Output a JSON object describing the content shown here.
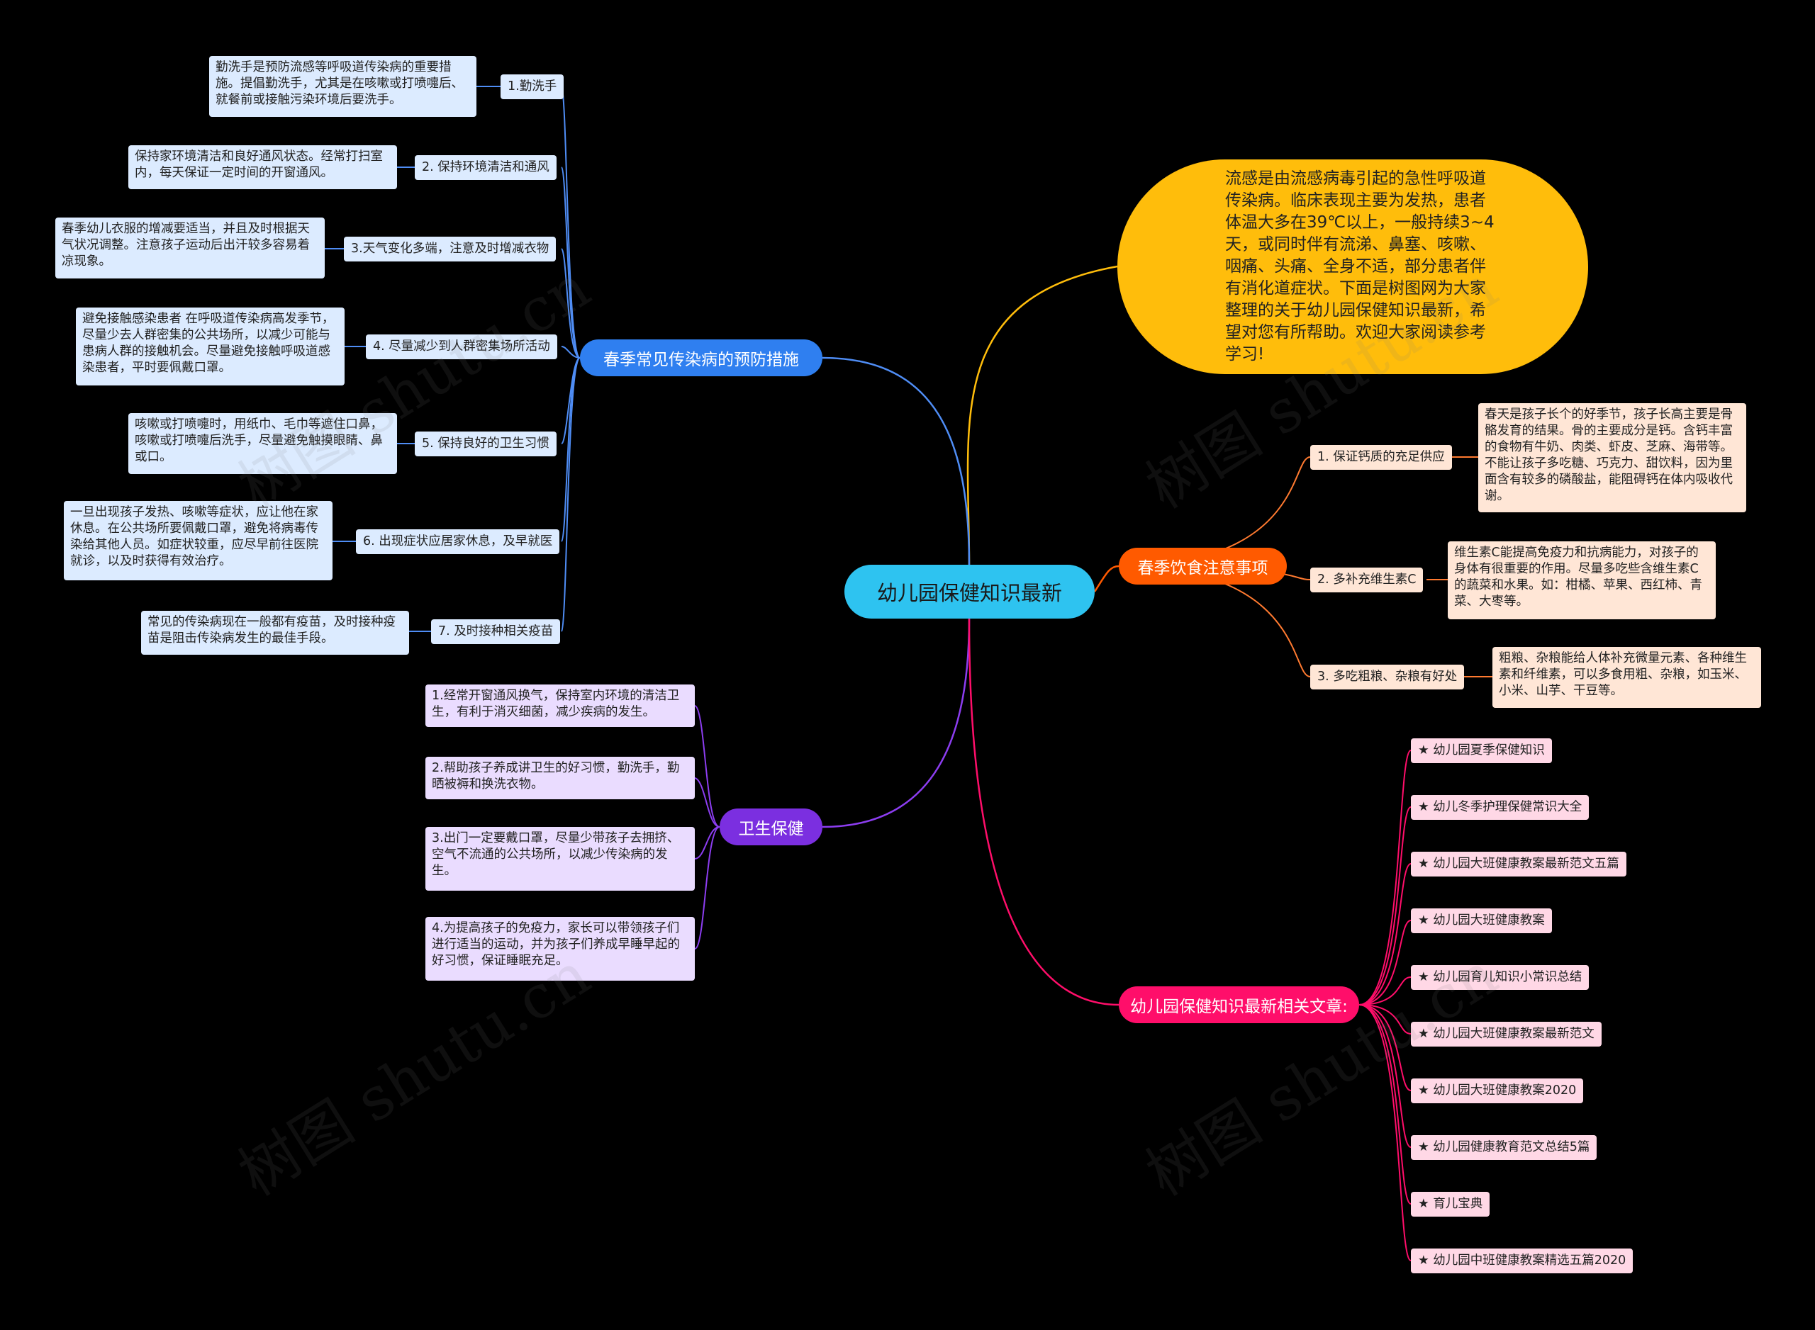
{
  "center": "幼儿园保健知识最新",
  "intro": "流感是由流感病毒引起的急性呼吸道传染病。临床表现主要为发热，患者体温大多在39℃以上，一般持续3~4天，或同时伴有流涕、鼻塞、咳嗽、咽痛、头痛、全身不适，部分患者伴有消化道症状。下面是树图网为大家整理的关于幼儿园保健知识最新，希望对您有所帮助。欢迎大家阅读参考学习!",
  "prevention": {
    "title": "春季常见传染病的预防措施",
    "items": [
      {
        "label": "1.勤洗手",
        "detail": "勤洗手是预防流感等呼吸道传染病的重要措施。提倡勤洗手，尤其是在咳嗽或打喷嚏后、就餐前或接触污染环境后要洗手。"
      },
      {
        "label": "2. 保持环境清洁和通风",
        "detail": "保持家环境清洁和良好通风状态。经常打扫室内，每天保证一定时间的开窗通风。"
      },
      {
        "label": "3.天气变化多端，注意及时增减衣物",
        "detail": "春季幼儿衣服的增减要适当，并且及时根据天气状况调整。注意孩子运动后出汗较多容易着凉现象。"
      },
      {
        "label": "4. 尽量减少到人群密集场所活动",
        "detail": "避免接触感染患者 在呼吸道传染病高发季节，尽量少去人群密集的公共场所，以减少可能与患病人群的接触机会。尽量避免接触呼吸道感染患者，平时要佩戴口罩。"
      },
      {
        "label": "5. 保持良好的卫生习惯",
        "detail": "咳嗽或打喷嚏时，用纸巾、毛巾等遮住口鼻，咳嗽或打喷嚏后洗手，尽量避免触摸眼睛、鼻或口。"
      },
      {
        "label": "6. 出现症状应居家休息，及早就医",
        "detail": "一旦出现孩子发热、咳嗽等症状，应让他在家休息。在公共场所要佩戴口罩，避免将病毒传染给其他人员。如症状较重，应尽早前往医院就诊，以及时获得有效治疗。"
      },
      {
        "label": "7. 及时接种相关疫苗",
        "detail": "常见的传染病现在一般都有疫苗，及时接种疫苗是阻击传染病发生的最佳手段。"
      }
    ]
  },
  "hygiene": {
    "title": "卫生保健",
    "items": [
      "1.经常开窗通风换气，保持室内环境的清洁卫生，有利于消灭细菌，减少疾病的发生。",
      "2.帮助孩子养成讲卫生的好习惯，勤洗手，勤晒被褥和换洗衣物。",
      "3.出门一定要戴口罩，尽量少带孩子去拥挤、空气不流通的公共场所，以减少传染病的发生。",
      "4.为提高孩子的免疫力，家长可以带领孩子们进行适当的运动，并为孩子们养成早睡早起的好习惯，保证睡眠充足。"
    ]
  },
  "diet": {
    "title": "春季饮食注意事项",
    "items": [
      {
        "label": "1. 保证钙质的充足供应",
        "detail": "春天是孩子长个的好季节，孩子长高主要是骨骼发育的结果。骨的主要成分是钙。含钙丰富的食物有牛奶、肉类、虾皮、芝麻、海带等。不能让孩子多吃糖、巧克力、甜饮料，因为里面含有较多的磷酸盐，能阻碍钙在体内吸收代谢。"
      },
      {
        "label": "2. 多补充维生素C",
        "detail": "维生素C能提高免疫力和抗病能力，对孩子的身体有很重要的作用。尽量多吃些含维生素C的蔬菜和水果。如：柑橘、苹果、西红柿、青菜、大枣等。"
      },
      {
        "label": "3. 多吃粗粮、杂粮有好处",
        "detail": "粗粮、杂粮能给人体补充微量元素、各种维生素和纤维素，可以多食用粗、杂粮，如玉米、小米、山芋、干豆等。"
      }
    ]
  },
  "related": {
    "title": "幼儿园保健知识最新相关文章:",
    "items": [
      "★ 幼儿园夏季保健知识",
      "★ 幼儿冬季护理保健常识大全",
      "★ 幼儿园大班健康教案最新范文五篇",
      "★ 幼儿园大班健康教案",
      "★ 幼儿园育儿知识小常识总结",
      "★ 幼儿园大班健康教案最新范文",
      "★ 幼儿园大班健康教案2020",
      "★ 幼儿园健康教育范文总结5篇",
      "★ 育儿宝典",
      "★ 幼儿园中班健康教案精选五篇2020"
    ]
  },
  "watermark": "树图 shutu.cn",
  "colors": {
    "center": "#2ec3f0",
    "blue": "#2f7ff0",
    "purple": "#7b2fe0",
    "orange": "#ff5a00",
    "pink": "#ff0e6a",
    "intro": "#ffbd0b"
  }
}
